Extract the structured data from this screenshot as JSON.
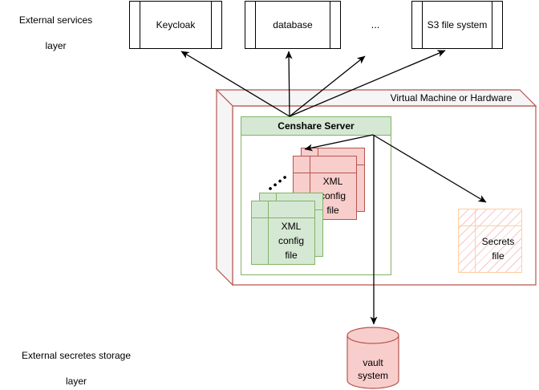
{
  "layers": {
    "services": {
      "line1": "External services",
      "line2": "layer"
    },
    "storage": {
      "line1": "External secretes storage",
      "line2": "layer"
    }
  },
  "services": {
    "boxes": [
      {
        "label": "Keycloak"
      },
      {
        "label": "database"
      },
      {
        "label": "S3 file system"
      }
    ],
    "ellipsis": "..."
  },
  "vm": {
    "label": "Virtual Machine or Hardware"
  },
  "censhare": {
    "title": "Censhare Server"
  },
  "stacks": {
    "red": {
      "label": "XML\nconfig\nfile"
    },
    "green": {
      "label": "XML\nconfig\nfile"
    }
  },
  "secrets": {
    "label": "Secrets\nfile"
  },
  "vault": {
    "label": "vault\nsystem"
  },
  "edges": [
    {
      "from": "censhare-server",
      "to": "keycloak"
    },
    {
      "from": "censhare-server",
      "to": "database"
    },
    {
      "from": "censhare-server",
      "to": "ellipsis"
    },
    {
      "from": "censhare-server",
      "to": "s3-file-system"
    },
    {
      "from": "censhare-server",
      "to": "xml-config-stack"
    },
    {
      "from": "censhare-server",
      "to": "secrets-file"
    },
    {
      "from": "censhare-server",
      "to": "vault-system"
    }
  ],
  "colors": {
    "red_fill": "#f8cecc",
    "red_stroke": "#b85450",
    "green_fill": "#d5e8d4",
    "green_stroke": "#82b366",
    "orange_stroke": "#ffce9e",
    "hatch": "#eb7373",
    "cube_face": "#f5f5f5",
    "line": "#000000"
  }
}
